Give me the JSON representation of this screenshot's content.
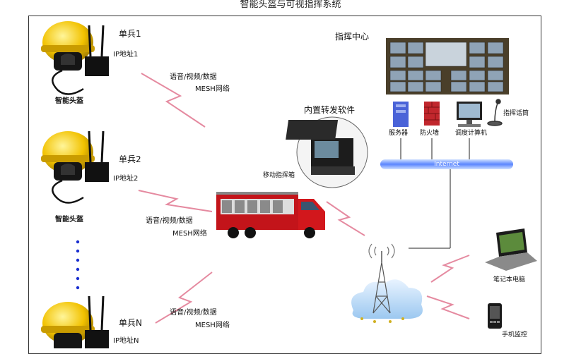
{
  "title": "智能头盔与可视指挥系统",
  "soldiers": [
    {
      "name": "单兵1",
      "ip": "IP地址1",
      "helmet_label": "智能头盔"
    },
    {
      "name": "单兵2",
      "ip": "IP地址2",
      "helmet_label": "智能头盔"
    },
    {
      "name": "单兵N",
      "ip": "IP地址N"
    }
  ],
  "links": [
    {
      "line1": "语音/视频/数据",
      "line2": "MESH网络"
    },
    {
      "line1": "语音/视频/数据",
      "line2": "MESH网络"
    },
    {
      "line1": "语音/视频/数据",
      "line2": "MESH网络"
    }
  ],
  "software_label": "内置转发软件",
  "mobile_box_label": "移动指挥箱",
  "command_center": "指挥中心",
  "devices": {
    "server": "服务器",
    "firewall": "防火墙",
    "dispatch_pc": "调度计算机",
    "mic": "指挥话筒"
  },
  "internet_label": "Internet",
  "laptop_label": "笔记本电脑",
  "phone_label": "手机监控"
}
